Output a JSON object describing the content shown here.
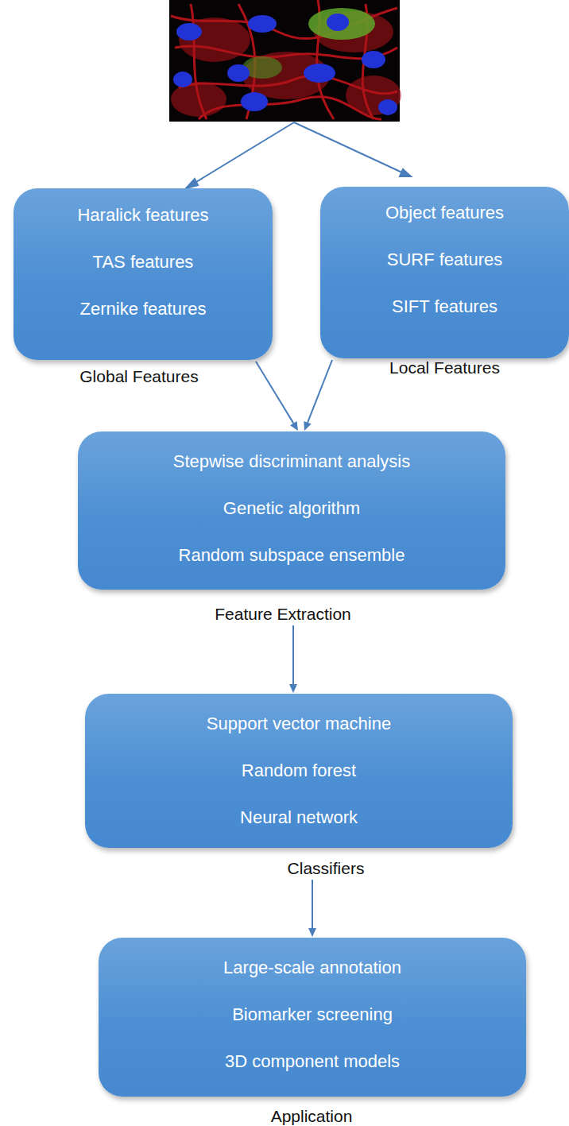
{
  "diagram": {
    "nodes": [
      {
        "text": [
          "Haralick features",
          "TAS features",
          "Zernike features",
          "Global Features"
        ]
      },
      {
        "text": [
          "Object features",
          "SURF features",
          "SIFT features",
          "Local Features"
        ]
      },
      {
        "text": [
          "Stepwise discriminant analysis",
          "Genetic algorithm",
          "Random subspace ensemble",
          "Feature Extraction"
        ]
      },
      {
        "text": [
          "Support vector machine",
          "Random forest",
          "Neural network",
          "Classifiers"
        ]
      },
      {
        "text": [
          "Large-scale annotation",
          "Biomarker screening",
          "3D component models",
          "Application"
        ]
      }
    ],
    "edges": [
      {
        "from": 0,
        "to": 2,
        "arrow": "to"
      },
      {
        "from": 1,
        "to": 2,
        "arrow": "to"
      },
      {
        "from": 2,
        "to": 3,
        "arrow": "to"
      },
      {
        "from": 3,
        "to": 4,
        "arrow": "to"
      }
    ]
  }
}
